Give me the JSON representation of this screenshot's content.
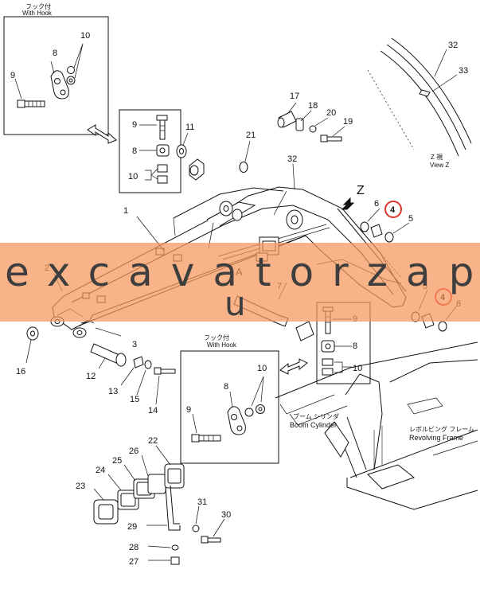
{
  "labels": {
    "with_hook_jp": "フック付",
    "with_hook": "With Hook",
    "view_z_jp": "Z 視",
    "view_z": "View Z",
    "z": "Z",
    "a": "A",
    "boom_cylinder_jp": "ブーム シリンダ",
    "boom_cylinder": "Boom Cylinder",
    "revolving_frame_jp": "レボルビング フレーム",
    "revolving_frame": "Revolving Frame"
  },
  "watermark": {
    "line1": "excavatorzap.r",
    "line2": "u"
  },
  "part_numbers": {
    "p1": "1",
    "p2": "2",
    "p3": "3",
    "p4a": "4",
    "p4b": "4",
    "p5a": "5",
    "p5b": "5",
    "p6a": "6",
    "p6b": "6",
    "p7": "7",
    "p8a": "8",
    "p8b": "8",
    "p8c": "8",
    "p8d": "8",
    "p9a": "9",
    "p9b": "9",
    "p9c": "9",
    "p9d": "9",
    "p10a": "10",
    "p10b": "10",
    "p10c": "10",
    "p10d": "10",
    "p11": "11",
    "p12": "12",
    "p13": "13",
    "p14": "14",
    "p15": "15",
    "p16": "16",
    "p17": "17",
    "p18": "18",
    "p19": "19",
    "p20": "20",
    "p21": "21",
    "p22": "22",
    "p23": "23",
    "p24": "24",
    "p25": "25",
    "p26": "26",
    "p27": "27",
    "p28": "28",
    "p29": "29",
    "p30": "30",
    "p31": "31",
    "p32a": "32",
    "p32b": "32",
    "p33": "33"
  },
  "colors": {
    "highlight_circle": "#d9342b",
    "watermark_band": "#f6965c"
  }
}
